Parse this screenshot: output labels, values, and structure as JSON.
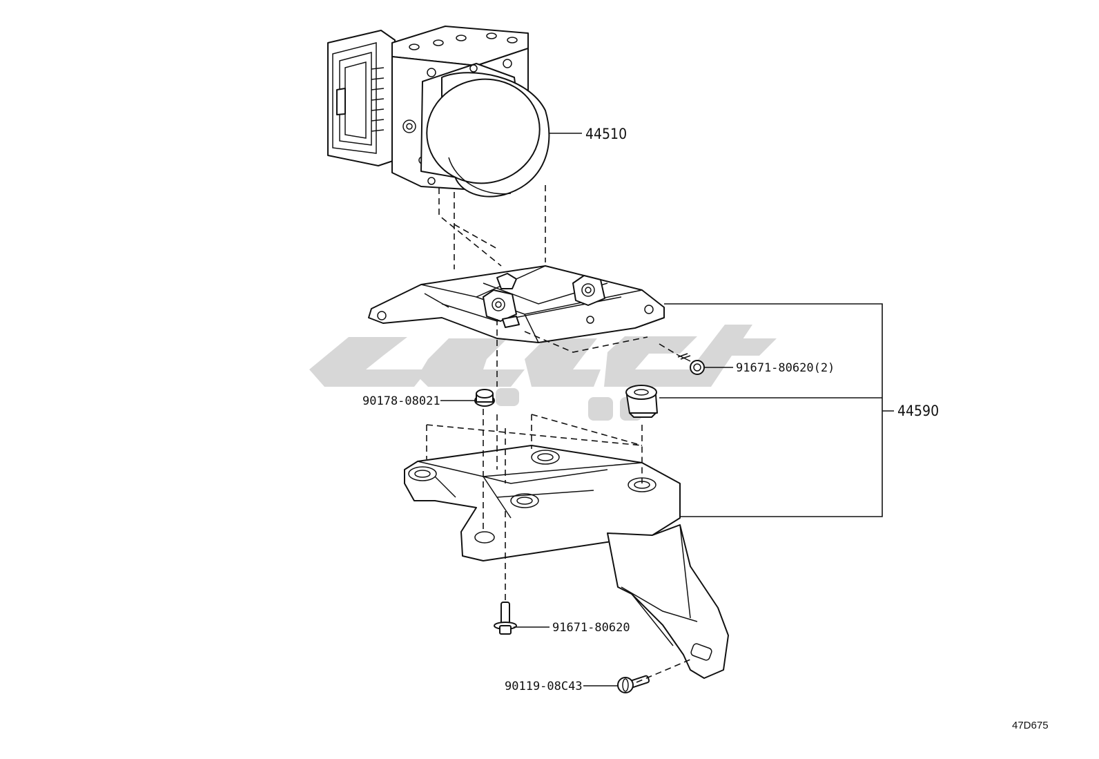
{
  "callouts": {
    "actuator": "44510",
    "bracket_assembly": "44590",
    "bolt_upper": "91671-80620(2)",
    "nut": "90178-08021",
    "bolt_lower": "91671-80620",
    "bolt_side": "90119-08C43"
  },
  "figure_code": "47D675",
  "colors": {
    "line": "#111111",
    "watermark": "#d7d7d7"
  }
}
